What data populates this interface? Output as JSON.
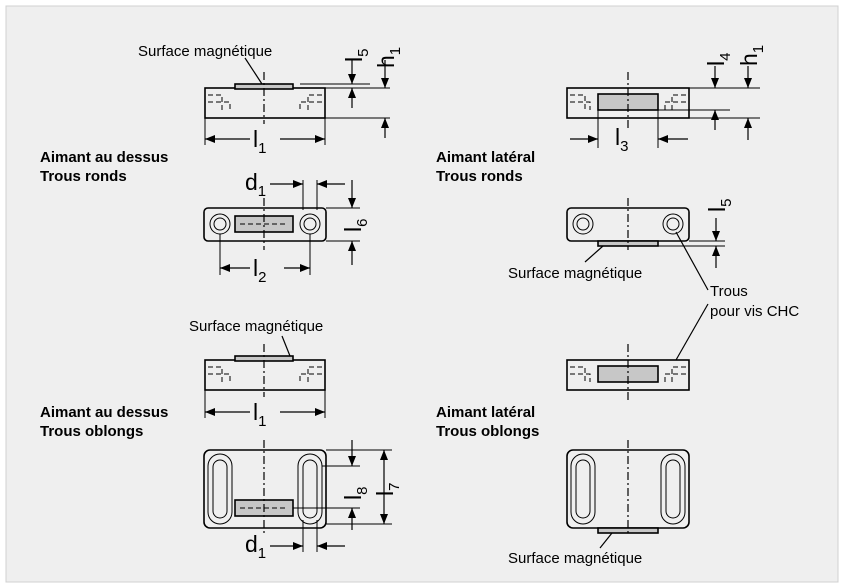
{
  "labels": {
    "surface_top_1": "Surface magnétique",
    "surface_top_3": "Surface magnétique",
    "surface_side_2": "Surface magnétique",
    "surface_side_4": "Surface magnétique",
    "trous_vis_line1": "Trous",
    "trous_vis_line2": "pour vis CHC"
  },
  "captions": {
    "q1_line1": "Aimant au dessus",
    "q1_line2": "Trous ronds",
    "q2_line1": "Aimant latéral",
    "q2_line2": "Trous ronds",
    "q3_line1": "Aimant au dessus",
    "q3_line2": "Trous oblongs",
    "q4_line1": "Aimant latéral",
    "q4_line2": "Trous oblongs"
  },
  "dims": {
    "l": "l",
    "h": "h",
    "d": "d",
    "s1": "1",
    "s2": "2",
    "s3": "3",
    "s4": "4",
    "s5": "5",
    "s6": "6",
    "s7": "7",
    "s8": "8"
  },
  "colors": {
    "background": "#efefef",
    "magnet": "#c7c7c7",
    "line": "#000000"
  }
}
